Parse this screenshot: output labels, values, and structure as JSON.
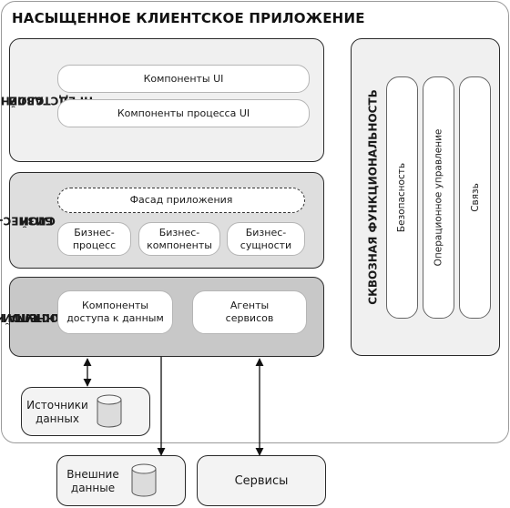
{
  "diagram": {
    "title": "НАСЫЩЕННОЕ КЛИЕНТСКОЕ ПРИЛОЖЕНИЕ",
    "presentation_layer": {
      "label_line1": "СЛОЙ",
      "label_line2": "ПРЕДСТАВЛЕНИЯ",
      "components": [
        "Компоненты UI",
        "Компоненты процесса UI"
      ]
    },
    "business_layer": {
      "label_line1": "БИЗНЕС-",
      "label_line2": "СЛОЙ",
      "facade": "Фасад приложения",
      "components": [
        {
          "line1": "Бизнес-",
          "line2": "процесс"
        },
        {
          "line1": "Бизнес-",
          "line2": "компоненты"
        },
        {
          "line1": "Бизнес-",
          "line2": "сущности"
        }
      ]
    },
    "data_layer": {
      "label_line1": "СЛОЙ",
      "label_line2": "ДОСТУПА К",
      "label_line3": "ДАННЫМ",
      "components": [
        {
          "line1": "Компоненты",
          "line2": "доступа к данным"
        },
        {
          "line1": "Агенты",
          "line2": "сервисов"
        }
      ]
    },
    "crosscutting": {
      "label": "СКВОЗНАЯ ФУНКЦИОНАЛЬНОСТЬ",
      "items": [
        "Безопасность",
        "Операционное управление",
        "Связь"
      ]
    },
    "data_sources": {
      "line1": "Источники",
      "line2": "данных"
    },
    "external_data": {
      "line1": "Внешние",
      "line2": "данные"
    },
    "services": "Сервисы"
  }
}
